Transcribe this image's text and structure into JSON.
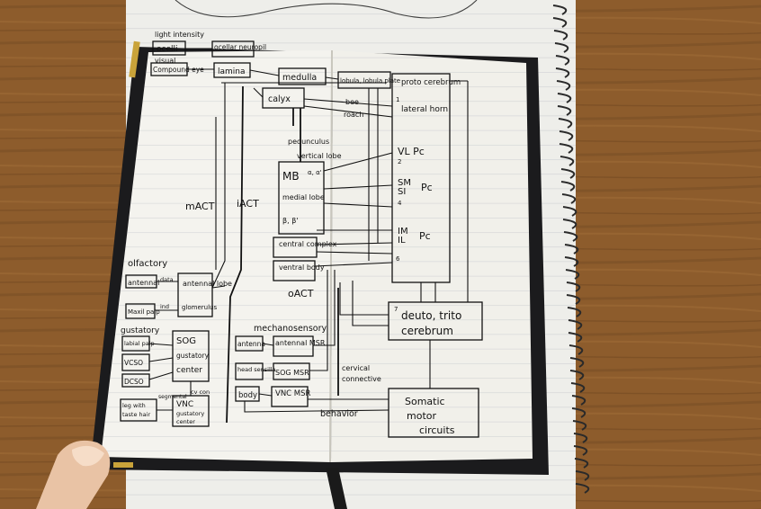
{
  "diagram": {
    "top_left": {
      "light_intensity": "light intensity",
      "ocelli": "ocelli",
      "ocellar_neuropil": "ocellar neuropil",
      "visual": "visual",
      "compound_eye": "Compound eye",
      "lamina": "lamina",
      "medulla": "medulla",
      "lobula": "lobula, lobula plate"
    },
    "mushroom_body": {
      "calyx": "calyx",
      "pedunculus": "pedunculus",
      "vertical_lobe": "vertical lobe",
      "alpha": "α, α'",
      "mb": "MB",
      "medial_lobe": "medial lobe",
      "beta": "β, β'",
      "central_complex": "central complex",
      "ventral_body": "ventral body"
    },
    "tracts": {
      "mact": "mACT",
      "iact": "iACT",
      "oact": "oACT",
      "bee": "bee",
      "roach": "roach"
    },
    "protocerebrum": {
      "title": "proto cerebrum",
      "lateral_horn": "lateral horn",
      "vlpc": "VL Pc",
      "smpc_top": "SM",
      "smpc_bottom": "SI",
      "pc_suffix": "Pc",
      "im": "IM",
      "il": "IL",
      "pc2": "Pc",
      "n1": "1",
      "n2": "2",
      "n4": "4",
      "n6": "6",
      "n7": "7"
    },
    "deuto": {
      "line1": "deuto, trito",
      "line2": "cerebrum"
    },
    "olfactory": {
      "title": "olfactory",
      "antennal": "antennal",
      "maxil_palp": "Maxil palp",
      "antennal_lobe": "antennal lobe",
      "glomerulus": "glomerulus",
      "data": "data",
      "ind": "ind"
    },
    "gustatory": {
      "title": "gustatory",
      "labial_palp": "labial palp",
      "vcso": "VCSO",
      "dcso": "DCSO",
      "sog": "SOG",
      "gustatory": "gustatory",
      "center": "center",
      "leg": "leg with",
      "leg2": "taste hair",
      "vnc": "VNC",
      "vnc2": "gustatory",
      "vnc3": "center",
      "cv_con": "cv con",
      "segment": "segmental"
    },
    "mechano": {
      "title": "mechanosensory",
      "antenna": "antenna",
      "antennal_msr": "antennal MSR",
      "head_sensilla": "head sensilla",
      "sog_msr": "SOG MSR",
      "body": "body",
      "vnc_msr": "VNC MSR",
      "cervical": "cervical",
      "connective": "connective",
      "behavior": "behavior"
    },
    "motor": {
      "line1": "Somatic",
      "line2": "motor",
      "line3": "circuits"
    }
  },
  "colors": {
    "desk": "#8a5a2b",
    "page": "#f4f3ee",
    "cover": "#1b1b1d",
    "ink": "#111111",
    "skin": "#e9c3a5"
  }
}
